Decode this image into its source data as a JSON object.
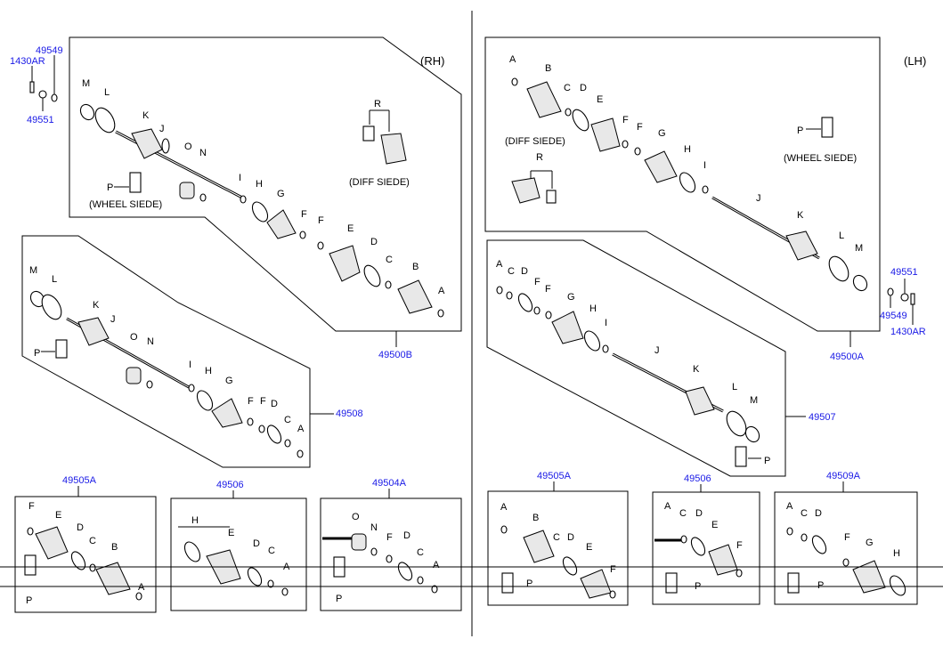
{
  "side_labels": {
    "rh": "(RH)",
    "lh": "(LH)"
  },
  "side_notes": {
    "diff_rh": "(DIFF SIEDE)",
    "wheel_rh": "(WHEEL SIEDE)",
    "diff_lh": "(DIFF SIEDE)",
    "wheel_lh": "(WHEEL SIEDE)"
  },
  "part_numbers": {
    "p49549_l": "49549",
    "p1430ar_l": "1430AR",
    "p49551_l": "49551",
    "p49500b": "49500B",
    "p49508": "49508",
    "p49505a_l": "49505A",
    "p49506_l": "49506",
    "p49504a": "49504A",
    "p49551_r": "49551",
    "p49549_r": "49549",
    "p1430ar_r": "1430AR",
    "p49500a": "49500A",
    "p49507": "49507",
    "p49505a_r": "49505A",
    "p49506_r": "49506",
    "p49509a": "49509A"
  },
  "letters": [
    "A",
    "B",
    "C",
    "D",
    "E",
    "F",
    "G",
    "H",
    "I",
    "J",
    "K",
    "L",
    "M",
    "N",
    "O",
    "P",
    "R"
  ]
}
